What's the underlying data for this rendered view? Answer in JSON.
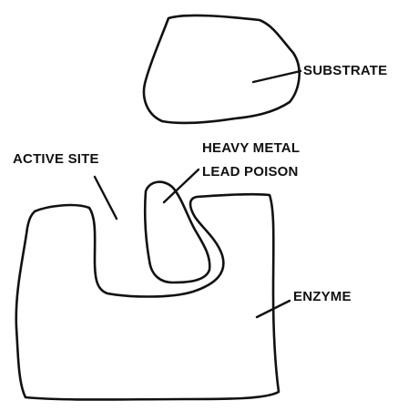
{
  "labels": {
    "substrate": "SUBSTRATE",
    "active_site": "ACTIVE SITE",
    "heavy_metal_line1": "HEAVY METAL",
    "heavy_metal_line2": "LEAD POISON",
    "enzyme": "ENZYME"
  },
  "colors": {
    "ink": "#111111",
    "background": "#ffffff"
  }
}
